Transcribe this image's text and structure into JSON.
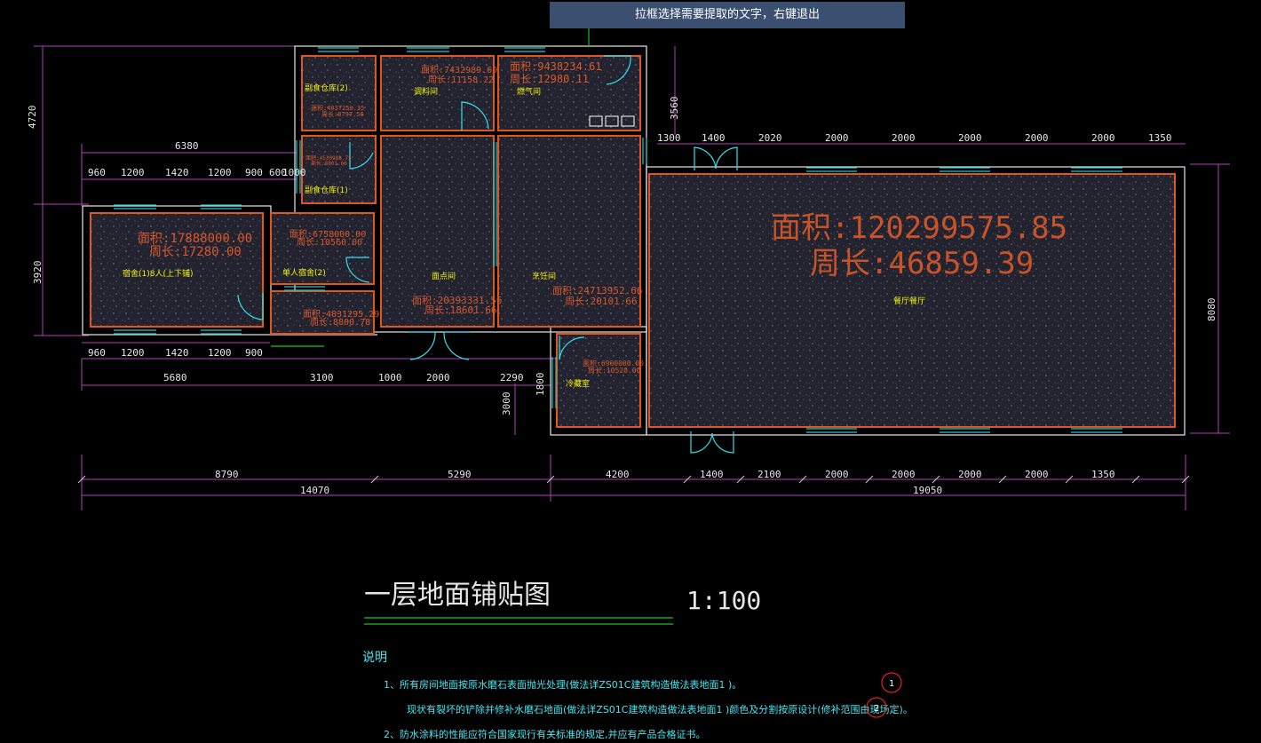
{
  "tooltip": "拉框选择需要提取的文字，右键退出",
  "colors": {
    "background": "#000000",
    "wall": "#ffffff",
    "room_outline": "#e0561f",
    "fill_texture": "#2b2b3c",
    "dimension": "#c040c0",
    "window": "#20c8d0",
    "door": "#30e0f0",
    "text_orange": "#d8572a",
    "text_yellow": "#f2f20a",
    "note_cyan": "#46e6f0",
    "green_line": "#20c020",
    "tooltip_bg": "#3b4f71"
  },
  "dimensions": {
    "left_vertical_top": "4720",
    "left_vertical_mid": "3920",
    "left_overall_top": "6380",
    "left_top_row": [
      "960",
      "1200",
      "1420",
      "1200",
      "900",
      "600",
      "1000"
    ],
    "left_bottom_row": [
      "960",
      "1200",
      "1420",
      "1200",
      "900"
    ],
    "left_second_row": [
      "5680",
      "3100",
      "1000",
      "2000",
      "2290"
    ],
    "middle_vertical": "3560",
    "right_top_row": [
      "1300",
      "1400",
      "2020",
      "2000",
      "2000",
      "2000",
      "2000",
      "2000",
      "1350"
    ],
    "right_vertical": "8080",
    "small_vertical_a": "3000",
    "small_vertical_b": "1800",
    "bottom_row": [
      "8790",
      "5290",
      "4200",
      "1400",
      "2100",
      "2000",
      "2000",
      "2000",
      "2000",
      "1350"
    ],
    "bottom_totals": [
      "14070",
      "19050"
    ]
  },
  "rooms": {
    "storage2": {
      "name": "副食仓库(2)",
      "area": "面积:4837250.35",
      "perimeter": "周长:8797.56"
    },
    "prep": {
      "name": "调料间",
      "area": "面积:7432989.69",
      "perimeter": "周长:11158.22"
    },
    "gas": {
      "name": "燃气间",
      "area": "面积:9438234.61",
      "perimeter": "周长:12980.11"
    },
    "storage1": {
      "name": "副食仓库(1)",
      "area": "面积:4530988.75",
      "perimeter": "周长:8801.66"
    },
    "dorm8": {
      "name": "宿舍(1)8人(上下铺)",
      "area": "面积:17888000.00",
      "perimeter": "周长:17280.00"
    },
    "single": {
      "name": "单人宿舍(2)",
      "area": "面积:6758000.00",
      "perimeter": "周长:10560.00"
    },
    "bath": {
      "area": "面积:4831295.29",
      "perimeter": "周长:8800.78"
    },
    "noodle": {
      "name": "面点间",
      "area": "面积:20393331.56",
      "perimeter": "周长:18601.66"
    },
    "kitchen": {
      "name": "烹饪间",
      "area": "面积:24713952.66",
      "perimeter": "周长:20101.66"
    },
    "cold": {
      "name": "冷藏室",
      "area": "面积:6900000.00",
      "perimeter": "周长:10520.00"
    },
    "hall": {
      "name": "餐厅餐厅",
      "area": "面积:120299575.85",
      "perimeter": "周长:46859.39"
    }
  },
  "drawing_title": "一层地面铺贴图",
  "drawing_scale": "1:100",
  "notes": {
    "heading": "说明",
    "line1": "1、所有房间地面按原水磨石表面抛光处理(做法详ZS01C建筑构造做法表地面1     )。",
    "line2": "现状有裂坏的铲除并修补水磨石地面(做法详ZS01C建筑构造做法表地面1       )颜色及分割按原设计(修补范围由现场定)。",
    "line3": "2、防水涂料的性能应符合国家现行有关标准的规定,并应有产品合格证书。",
    "marker1": "1",
    "marker2": "2"
  }
}
